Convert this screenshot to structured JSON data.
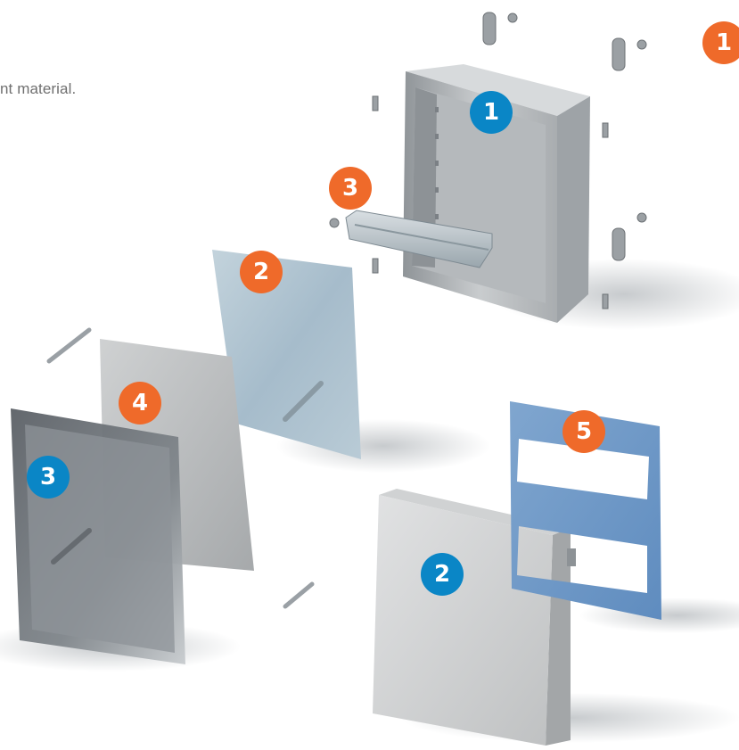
{
  "caption": "nt material.",
  "colors": {
    "blue_badge": "#0a86c6",
    "orange_badge": "#ef6a2a",
    "background": "#ffffff"
  },
  "badges": {
    "enclosure_body": {
      "label": "1",
      "color": "blue"
    },
    "front_door": {
      "label": "2",
      "color": "blue"
    },
    "window_kit": {
      "label": "3",
      "color": "blue"
    },
    "corner_accessory": {
      "label": "1",
      "color": "orange"
    },
    "galvanized_panel": {
      "label": "2",
      "color": "orange"
    },
    "din_rail": {
      "label": "3",
      "color": "orange"
    },
    "back_panel": {
      "label": "4",
      "color": "orange"
    },
    "swing_panel": {
      "label": "5",
      "color": "orange"
    }
  }
}
